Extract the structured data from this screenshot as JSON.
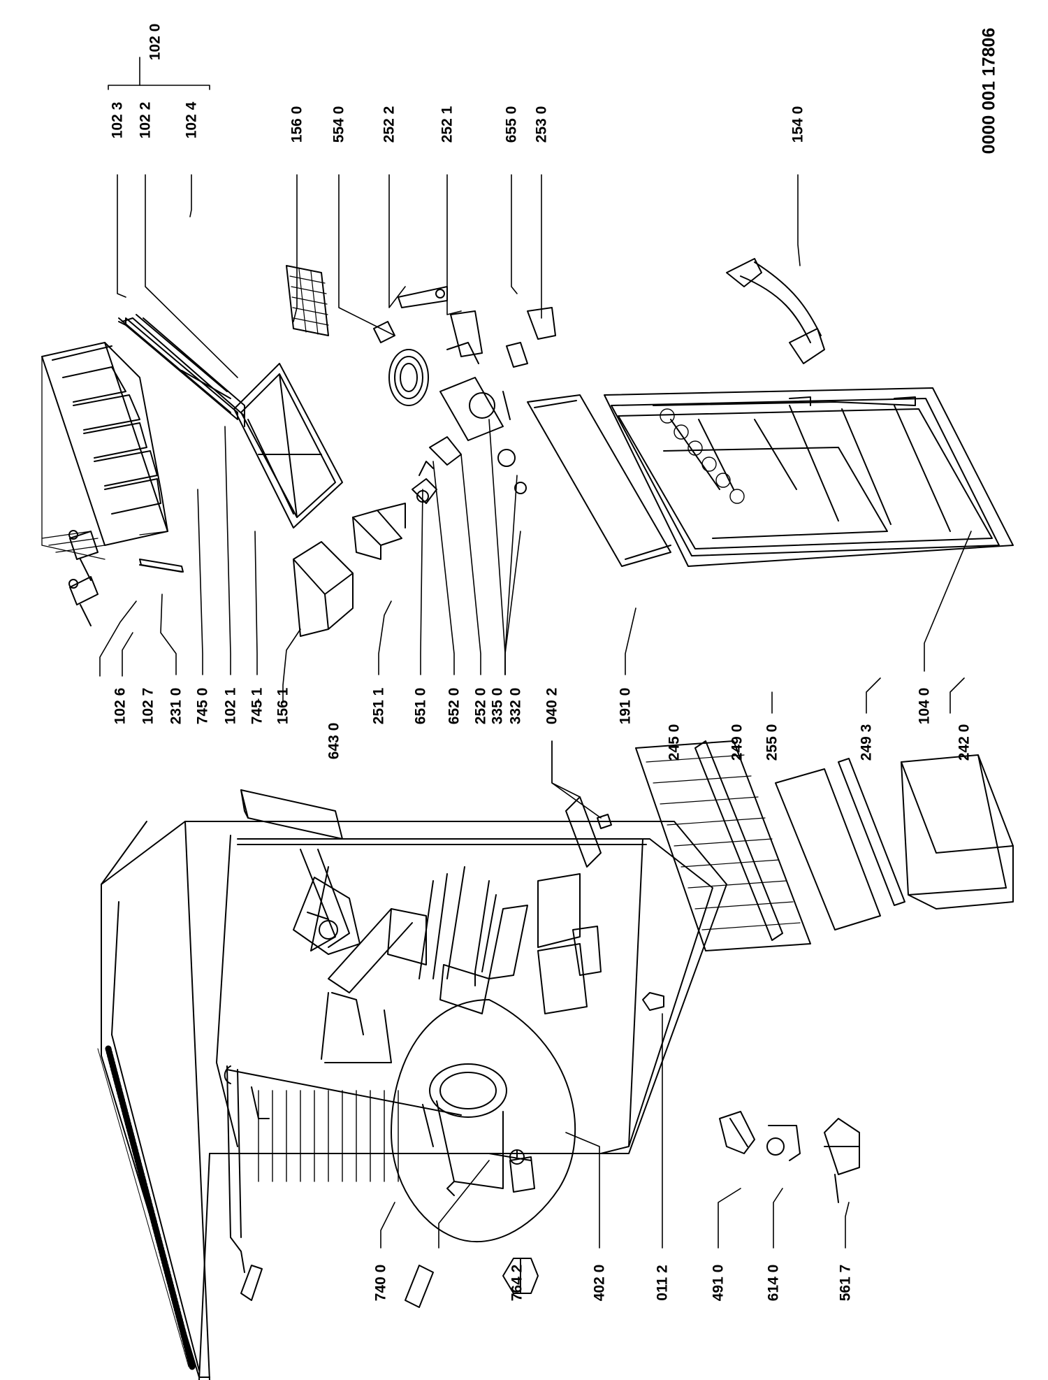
{
  "document_number": "0000 001 17806",
  "part_numbers": {
    "p1020": "102 0",
    "p1023": "102 3",
    "p1022": "102 2",
    "p1024": "102 4",
    "p1560": "156 0",
    "p5540": "554 0",
    "p2522": "252 2",
    "p2521": "252 1",
    "p6550": "655 0",
    "p2530": "253 0",
    "p1540": "154 0",
    "p1026": "102 6",
    "p1027": "102 7",
    "p2310": "231 0",
    "p7450": "745 0",
    "p1021": "102 1",
    "p7451": "745 1",
    "p1561": "156 1",
    "p6430": "643 0",
    "p2511": "251 1",
    "p6510": "651 0",
    "p6520": "652 0",
    "p2520": "252 0",
    "p3350": "335 0",
    "p3320": "332 0",
    "p0402": "040 2",
    "p1910": "191 0",
    "p2450": "245 0",
    "p2490": "249 0",
    "p2550": "255 0",
    "p2493": "249 3",
    "p1040": "104 0",
    "p2420": "242 0",
    "p7400": "740 0",
    "p7642": "764 2",
    "p4020": "402 0",
    "p0112": "011 2",
    "p4910": "491 0",
    "p6140": "614 0",
    "p5617": "561 7"
  }
}
